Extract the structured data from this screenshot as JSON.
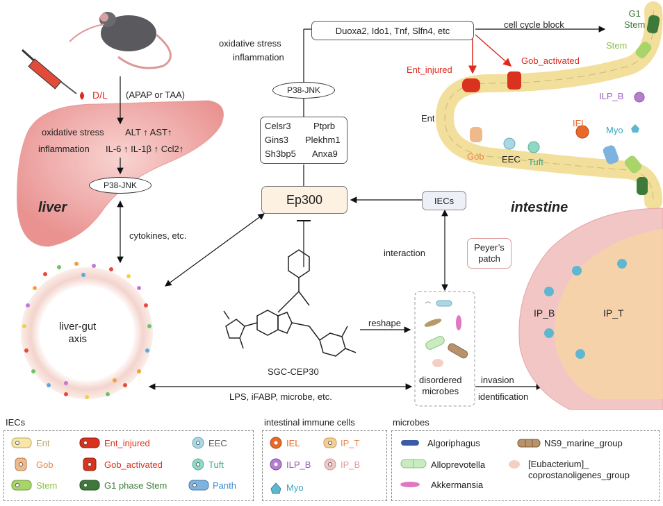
{
  "top_flow": {
    "genes_box": "Duoxa2, Ido1, Tnf, Slfn4, etc",
    "cell_cycle_block": "cell cycle block",
    "oxidative_stress": "oxidative stress",
    "inflammation": "inflammation",
    "p38_jnk": "P38-JNK",
    "gene_list": [
      "Celsr3",
      "Ptprb",
      "Gins3",
      "Plekhm1",
      "Sh3bp5",
      "Anxa9"
    ],
    "ep300": "Ep300",
    "iecs": "IECs",
    "interaction": "interaction",
    "reshape": "reshape",
    "compound": "SGC-CEP30",
    "disordered_microbes": "disordered\nmicrobes",
    "invasion": "invasion",
    "identification": "identification",
    "lps": "LPS, iFABP, microbe, etc.",
    "cytokines": "cytokines, etc."
  },
  "liver": {
    "dl": "D/L",
    "apap": "(APAP or TAA)",
    "line1_a": "oxidative stress",
    "line1_b": "ALT ↑ AST↑",
    "line2_a": "inflammation",
    "line2_b": "IL-6 ↑ IL-1β ↑ Ccl2↑",
    "p38": "P38-JNK",
    "label": "liver"
  },
  "axis": {
    "label": "liver-gut\naxis"
  },
  "intestine": {
    "label": "intestine",
    "g1_stem": "G1\nStem",
    "stem": "Stem",
    "gob_activated": "Gob_activated",
    "ent_injured": "Ent_injured",
    "ilp_b": "ILP_B",
    "ent": "Ent",
    "iel": "IEL",
    "myo": "Myo",
    "gob": "Gob",
    "eec": "EEC",
    "tuft": "Tuft",
    "peyers": "Peyer’s\npatch",
    "ip_b": "IP_B",
    "ip_t": "IP_T"
  },
  "legend": {
    "iecs_title": "IECs",
    "iecs_items": [
      "Ent",
      "Ent_injured",
      "EEC",
      "Gob",
      "Gob_activated",
      "Tuft",
      "Stem",
      "G1 phase Stem",
      "Panth"
    ],
    "immune_title": "intestinal immune cells",
    "immune_items": [
      "IEL",
      "IP_T",
      "ILP_B",
      "IP_B",
      "Myo"
    ],
    "microbes_title": "microbes",
    "microbe_items": [
      "Algoriphagus",
      "NS9_marine_group",
      "Alloprevotella",
      "[Eubacterium]_\ncoprostanoligenes_group",
      "Akkermansia"
    ]
  },
  "colors": {
    "ent": "#f7e6a8",
    "injured": "#d9321e",
    "gob": "#f0b98c",
    "stem": "#a8d46a",
    "g1stem": "#3d7a3a",
    "eec": "#a9d7e3",
    "tuft": "#8fd9c4",
    "panth": "#7fb3df",
    "iel": "#e8692a",
    "ipt": "#f4cf94",
    "ilpb": "#b57fcf",
    "ipb": "#f3c6c6",
    "myo": "#5fb7cf",
    "liver": "#f1a9a8",
    "red": "#e0281b"
  }
}
